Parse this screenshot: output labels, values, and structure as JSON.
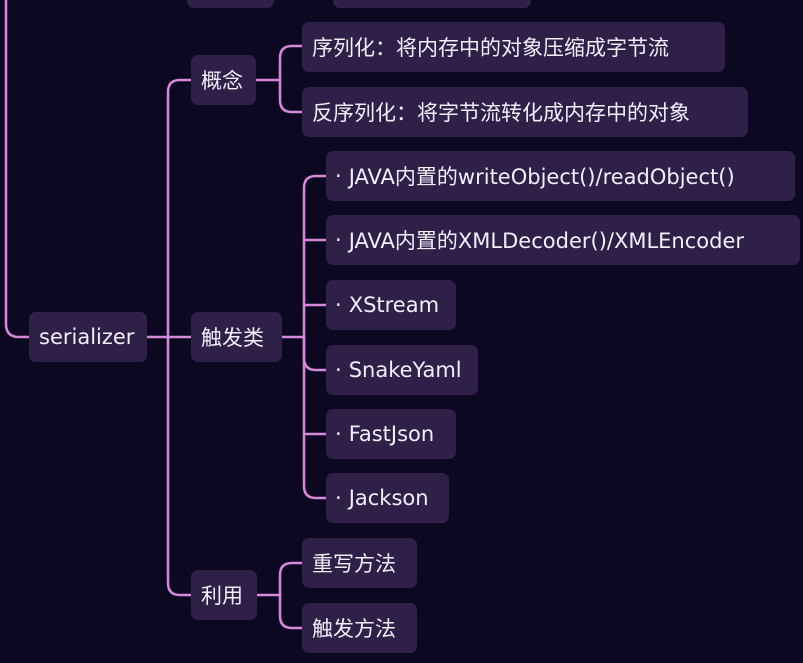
{
  "mindmap": {
    "colors": {
      "background": "#0c0822",
      "node": "#2f2048",
      "text": "#f2eefc",
      "connector": "#d689d6"
    },
    "root": {
      "label": "serializer"
    },
    "branches": {
      "concept": {
        "label": "概念",
        "children": [
          "序列化：将内存中的对象压缩成字节流",
          "反序列化：将字节流转化成内存中的对象"
        ]
      },
      "triggers": {
        "label": "触发类",
        "bullet": "·",
        "children": [
          "JAVA内置的writeObject()/readObject()",
          "JAVA内置的XMLDecoder()/XMLEncoder",
          "XStream",
          "SnakeYaml",
          "FastJson",
          "Jackson"
        ]
      },
      "usage": {
        "label": "利用",
        "children": [
          "重写方法",
          "触发方法"
        ]
      }
    }
  }
}
